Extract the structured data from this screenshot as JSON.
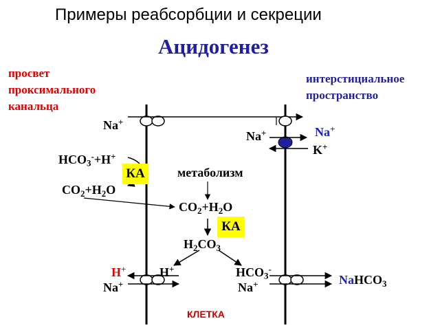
{
  "title": "Примеры реабсорбции и секреции",
  "subtitle": "Ацидогенез",
  "lumen_label": [
    "просвет",
    "проксимального",
    "канальца"
  ],
  "interstitial_label": [
    "интерстициальное",
    "пространство"
  ],
  "cell_label": "КЛЕТКА",
  "enzyme": "КА",
  "metabolism": "метаболизм",
  "species": {
    "na": "Na",
    "h": "H",
    "k": "K",
    "hco3": "HCO",
    "co2": "CO",
    "h2o": "O",
    "h2co3_pre": "H",
    "h2co3_mid": "CO",
    "nahco3_na": "Na",
    "nahco3_rest": "HCO",
    "plus": "+",
    "minus": "-",
    "two": "2",
    "three": "3",
    "plus_join": "+H"
  },
  "colors": {
    "title_subtitle": "#1f1fa0",
    "lumen_label": "#e00000",
    "interstitial_label": "#1f1fa0",
    "membrane": "#000000",
    "pump_fill": "#1f1fa0",
    "enzyme_bg": "#ffff00",
    "cell_label": "#cc0000",
    "blue_ion": "#1f1fc0",
    "red_ion": "#e00000"
  }
}
